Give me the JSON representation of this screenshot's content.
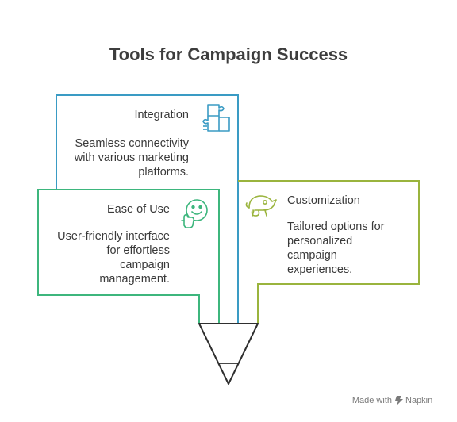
{
  "title": "Tools for Campaign Success",
  "colors": {
    "integration": "#3a9bc4",
    "ease": "#3db67d",
    "customization": "#9ab43d",
    "text": "#3a3a3a",
    "funnel": "#2f2f2f"
  },
  "cards": {
    "integration": {
      "title": "Integration",
      "icon": "puzzle-icon",
      "lines": [
        "Seamless connectivity",
        "with various marketing",
        "platforms."
      ]
    },
    "ease": {
      "title": "Ease of Use",
      "icon": "smiley-thumbs-up-icon",
      "lines": [
        "User-friendly interface",
        "for effortless",
        "campaign",
        "management."
      ]
    },
    "customization": {
      "title": "Customization",
      "icon": "chameleon-icon",
      "lines": [
        "Tailored options for",
        "personalized",
        "campaign",
        "experiences."
      ]
    }
  },
  "footer": {
    "credit_prefix": "Made with",
    "credit_brand": "Napkin"
  }
}
